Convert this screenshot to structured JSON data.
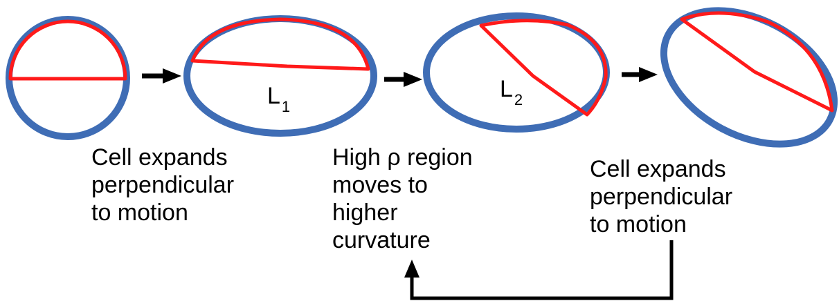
{
  "colors": {
    "outline": "#3f6db5",
    "highlight": "#ff1a1a",
    "arrow": "#000000"
  },
  "labels": {
    "l1": {
      "main": "L",
      "sub": "1"
    },
    "l2": {
      "main": "L",
      "sub": "2"
    }
  },
  "captions": {
    "step1": [
      "Cell expands",
      "perpendicular",
      "to motion"
    ],
    "step2": [
      "High ρ region",
      "moves to",
      "higher",
      "curvature"
    ],
    "step3": [
      "Cell expands",
      "perpendicular",
      "to motion"
    ]
  }
}
